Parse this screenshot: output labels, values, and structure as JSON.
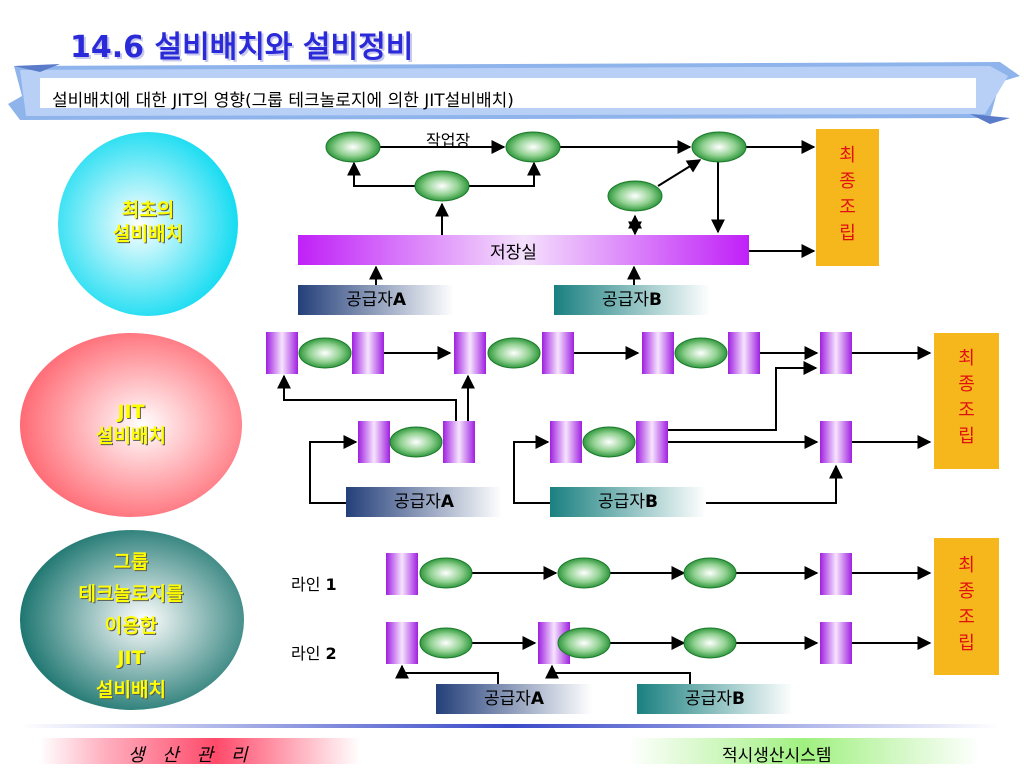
{
  "header": {
    "title": "14.6 설비배치와 설비정비",
    "subtitle": "설비배치에 대한 JIT의 영향(그룹 테크놀로지에 의한 JIT설비배치)"
  },
  "rows": [
    {
      "circle_line1": "최초의",
      "circle_line2": "설비배치"
    },
    {
      "circle_line1": "JIT",
      "circle_line2": "설비배치"
    },
    {
      "circle_line1": "그룹",
      "circle_line2": "테크놀로지를",
      "circle_line3": "이용한",
      "circle_line4": "JIT",
      "circle_line5": "설비배치"
    }
  ],
  "final_assembly": {
    "c1": "최",
    "c2": "종",
    "c3": "조",
    "c4": "립"
  },
  "row1": {
    "workshop": "작업장",
    "storage": "저장실"
  },
  "suppliers": {
    "a_prefix": "공급자",
    "a_suffix": "A",
    "b_prefix": "공급자",
    "b_suffix": "B"
  },
  "row3": {
    "line1_prefix": "라인 ",
    "line1_num": "1",
    "line2_prefix": "라인 ",
    "line2_num": "2"
  },
  "footer": {
    "left": "생 산 관 리",
    "right": "적시생산시스템"
  },
  "colors": {
    "title": "#2a2ad8",
    "circle_text": "#ffff00",
    "final_assembly_bg": "#f5b71b",
    "final_assembly_text": "#e01010",
    "oval": "#3cb040",
    "machine": "#b030e8",
    "storage": "#c020f8"
  }
}
